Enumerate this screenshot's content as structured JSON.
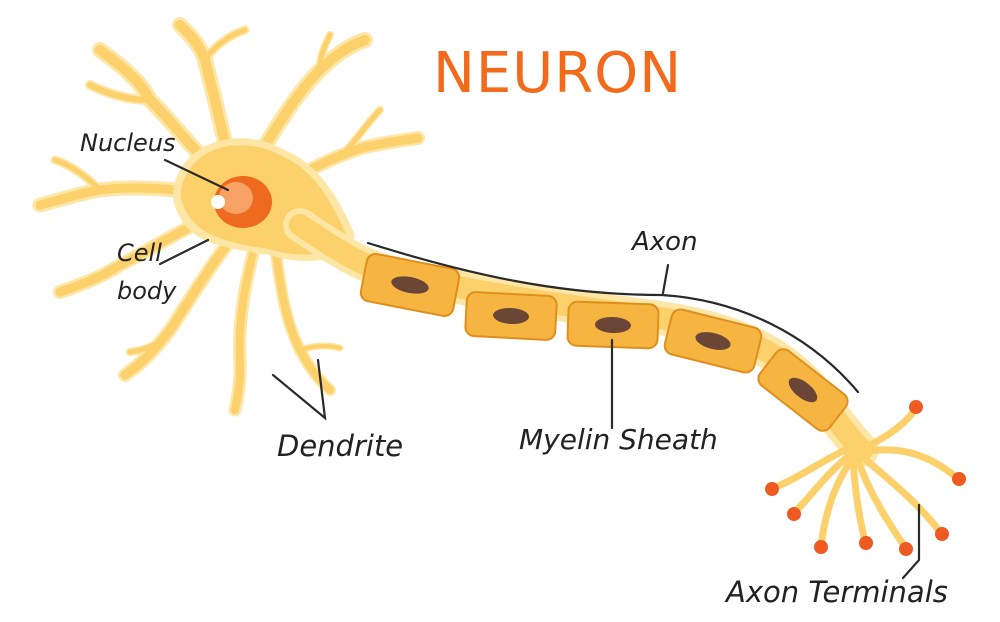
{
  "title": "NEURON",
  "labels": {
    "nucleus": "Nucleus",
    "cell_line1": "Cell",
    "cell_line2": "body",
    "dendrite": "Dendrite",
    "axon": "Axon",
    "myelin_sheath": "Myelin Sheath",
    "axon_terminals": "Axon Terminals"
  },
  "colors": {
    "title": "#f26a1b",
    "cell_fill": "#fcd06a",
    "cell_glow": "#fde6a6",
    "cell_edge": "#f6b73c",
    "nucleus_outer": "#ee6a1f",
    "nucleus_inner": "#f7a264",
    "sheath_fill": "#f6b540",
    "sheath_edge": "#e08f1e",
    "sheath_core": "#6b4636",
    "terminal_dot": "#ef5a22",
    "leader_line": "#2a2a2a"
  }
}
